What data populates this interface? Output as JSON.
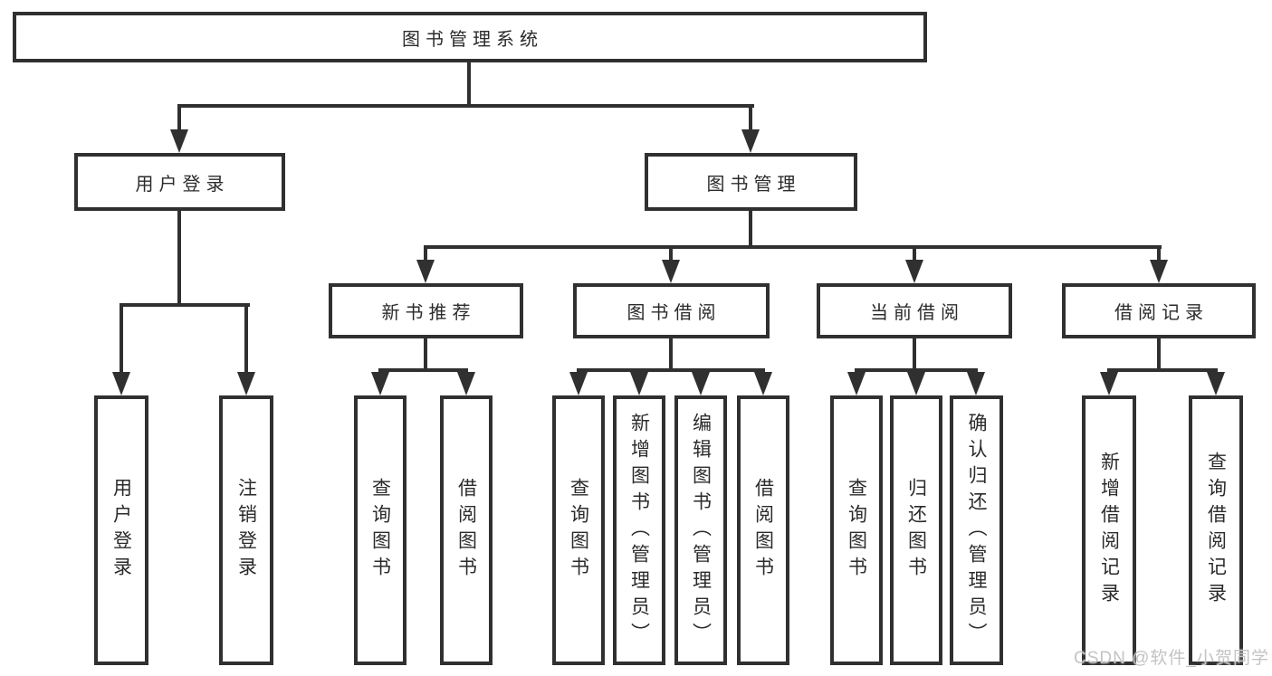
{
  "colors": {
    "line": "#303030",
    "text": "#2b2b2b",
    "background": "#ffffff",
    "watermark": "#c3c3c3"
  },
  "watermark": {
    "text": "CSDN @软件_小贺同学"
  },
  "tree": {
    "root": {
      "label": "图书管理系统"
    },
    "level2": [
      {
        "label": "用户登录"
      },
      {
        "label": "图书管理"
      }
    ],
    "level3": [
      {
        "label": "新书推荐"
      },
      {
        "label": "图书借阅"
      },
      {
        "label": "当前借阅"
      },
      {
        "label": "借阅记录"
      }
    ],
    "level4": [
      {
        "label": "用户登录"
      },
      {
        "label": "注销登录"
      },
      {
        "label": "查询图书"
      },
      {
        "label": "借阅图书"
      },
      {
        "label": "查询图书"
      },
      {
        "label": "新增图书（管理员）"
      },
      {
        "label": "编辑图书（管理员）"
      },
      {
        "label": "借阅图书"
      },
      {
        "label": "查询图书"
      },
      {
        "label": "归还图书"
      },
      {
        "label": "确认归还（管理员）"
      },
      {
        "label": "新增借阅记录"
      },
      {
        "label": "查询借阅记录"
      }
    ]
  }
}
